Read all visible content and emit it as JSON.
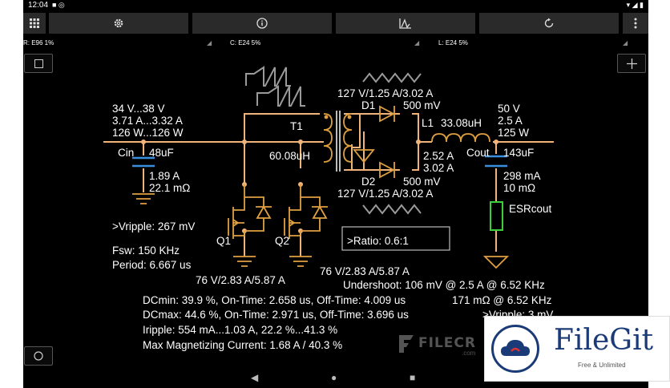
{
  "status": {
    "time": "12:04"
  },
  "toolbar": {
    "buttons": [
      "grid",
      "settings",
      "info",
      "waveform",
      "reset",
      "more"
    ]
  },
  "tolerance": {
    "r": "R: E96 1%",
    "c": "C: E24 5%",
    "l": "L: E24 5%"
  },
  "input": {
    "voltage": "34 V...38 V",
    "current": "3.71 A...3.32 A",
    "power": "126 W...126 W",
    "cap_label": "Cin",
    "cap_value": "48uF",
    "cap_current": "1.89 A",
    "cap_esr": "22.1 mΩ",
    "vripple": ">Vripple: 267 mV"
  },
  "switching": {
    "fsw": "Fsw: 150 KHz",
    "period": "Period: 6.667 us",
    "q1": "Q1",
    "q2": "Q2",
    "q1_rating": "76 V/2.83 A/5.87 A",
    "q2_rating": "76 V/2.83 A/5.87 A"
  },
  "transformer": {
    "label": "T1",
    "inductance": "60.08uH",
    "ratio": ">Ratio: 0.6:1"
  },
  "diodes": {
    "d1": "D1",
    "d2": "D2",
    "d1_rating": "127 V/1.25 A/3.02 A",
    "d2_rating": "127 V/1.25 A/3.02 A",
    "d1_drop": "500 mV",
    "d2_drop": "500 mV"
  },
  "inductor": {
    "label": "L1",
    "value": "33.08uH",
    "current_min": "2.52 A",
    "current_max": "3.02 A"
  },
  "output": {
    "voltage": "50 V",
    "current": "2.5 A",
    "power": "125 W",
    "cap_label": "Cout",
    "cap_value": "143uF",
    "cap_current": "298 mA",
    "cap_esr": "10 mΩ",
    "esr_label": "ESRcout",
    "undershoot": "Undershoot: 106 mV @ 2.5 A @ 6.52 KHz",
    "impedance": "171 mΩ @ 6.52 KHz",
    "vripple": ">Vripple: 3 mV"
  },
  "summary": {
    "dcmin": "DCmin: 39.9 %, On-Time: 2.658 us, Off-Time: 4.009 us",
    "dcmax": "DCmax: 44.6 %, On-Time: 2.971 us, Off-Time: 3.696 us",
    "iripple": "Iripple: 554 mA...1.03 A, 22.2 %...41.3 %",
    "magnetizing": "Max Magnetizing Current: 1.68 A / 40.3 %"
  },
  "watermark": {
    "text": "FILECR",
    "sub": ".com"
  },
  "overlay": {
    "name": "FileGit",
    "tagline": "Free & Unlimited"
  },
  "colors": {
    "wire": "#f0b47a",
    "component": "#e0a040",
    "capacitor": "#3a8ee0",
    "esr": "#3ad03a",
    "waveform": "#9a9a9a",
    "toolbar": "#2a2a2a"
  }
}
